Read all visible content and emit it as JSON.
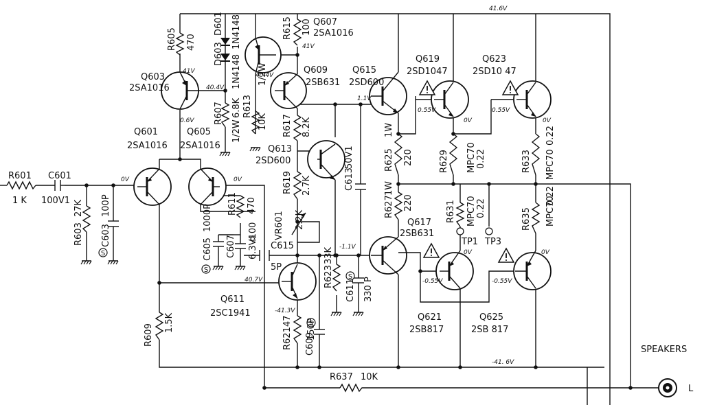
{
  "components": {
    "r601": {
      "name": "R601",
      "value": "1 K"
    },
    "c601": {
      "name": "C601",
      "value": "100V1"
    },
    "r603": {
      "name": "R603",
      "value": "27K"
    },
    "c603": {
      "name": "C603",
      "value": "100P"
    },
    "q601": {
      "name": "Q601",
      "part": "2SA1016"
    },
    "q603": {
      "name": "Q603",
      "part": "2SA1016"
    },
    "q605": {
      "name": "Q605",
      "part": "2SA1016"
    },
    "q607": {
      "name": "Q607",
      "part": "2SA1016"
    },
    "q609": {
      "name": "Q609",
      "part": "2SB631"
    },
    "q611": {
      "name": "Q611",
      "part": "2SC1941"
    },
    "q613": {
      "name": "Q613",
      "part": "2SD600"
    },
    "q615": {
      "name": "Q615",
      "part": "2SD600"
    },
    "q617": {
      "name": "Q617",
      "part": "2SB631"
    },
    "q619": {
      "name": "Q619",
      "part": "2SD1047"
    },
    "q621": {
      "name": "Q621",
      "part": "2SB817"
    },
    "q623": {
      "name": "Q623",
      "part": "2SD10 47"
    },
    "q625": {
      "name": "Q625",
      "part": "2SB 817"
    },
    "r605": {
      "name": "R605",
      "value": "470"
    },
    "d601": {
      "name": "D601",
      "part": "1N4148"
    },
    "d603": {
      "name": "D603",
      "part": "1N4148"
    },
    "r607": {
      "name": "R607",
      "value": "6.8K",
      "rating": "1/2W"
    },
    "r613": {
      "name": "R613",
      "value": "10K",
      "rating": "1/2W"
    },
    "r615": {
      "name": "R615",
      "value": "100"
    },
    "r617": {
      "name": "R617",
      "value": "8.2K"
    },
    "r619": {
      "name": "R619",
      "value": "2.7K"
    },
    "vr601": {
      "name": "VR601",
      "value": "2.2K"
    },
    "c613": {
      "name": "C613",
      "value": "50V1"
    },
    "c605": {
      "name": "C605",
      "value": "1000P"
    },
    "c607": {
      "name": "C607",
      "value": "6.3V100"
    },
    "r611": {
      "name": "R611",
      "value": "470"
    },
    "c615": {
      "name": "C615",
      "value": "5P"
    },
    "r623": {
      "name": "R623",
      "value": "33K"
    },
    "c611": {
      "name": "C611",
      "value": "330 P"
    },
    "c609": {
      "name": "C609",
      "value": "150P"
    },
    "r621": {
      "name": "R621",
      "value": "47"
    },
    "r609": {
      "name": "R609",
      "value": "1.5K"
    },
    "r637": {
      "name": "R637",
      "value": "10K"
    },
    "r625": {
      "name": "R625",
      "value": "220",
      "rating": "1W"
    },
    "r627": {
      "name": "R627",
      "value": "220",
      "rating": "1W"
    },
    "r629": {
      "name": "R629",
      "value": "0.22",
      "part": "MPC70"
    },
    "r631": {
      "name": "R631",
      "value": "0.22",
      "part": "MPC70"
    },
    "r633": {
      "name": "R633",
      "value": "0.22",
      "part": "MPC70"
    },
    "r635": {
      "name": "R635",
      "value": "0.22",
      "part": "MPC70"
    }
  },
  "voltages": {
    "rail_pos": "41.6V",
    "rail_neg": "-41. 6V",
    "q603_e": "41V",
    "q603_b": "40.4V",
    "q607_e": "41V",
    "q607_b": "40.4V",
    "q603_c": "0.6V",
    "q601_b": "0V",
    "q605_b": "0V",
    "q611_b": "40.7V",
    "q611_e": "-41.3V",
    "q615_b": "1.1V",
    "q617_b": "-1.1V",
    "q619_b": "0.55V",
    "q619_e": "0V",
    "q623_b": "0.55V",
    "q623_e": "0V",
    "q621_b": "-0.55V",
    "q621_e": "0V",
    "q625_b": "-0.55V",
    "q625_e": "0V"
  },
  "test_points": {
    "tp1": "TP1",
    "tp3": "TP3"
  },
  "output": {
    "label": "SPEAKERS",
    "channel": "L"
  }
}
